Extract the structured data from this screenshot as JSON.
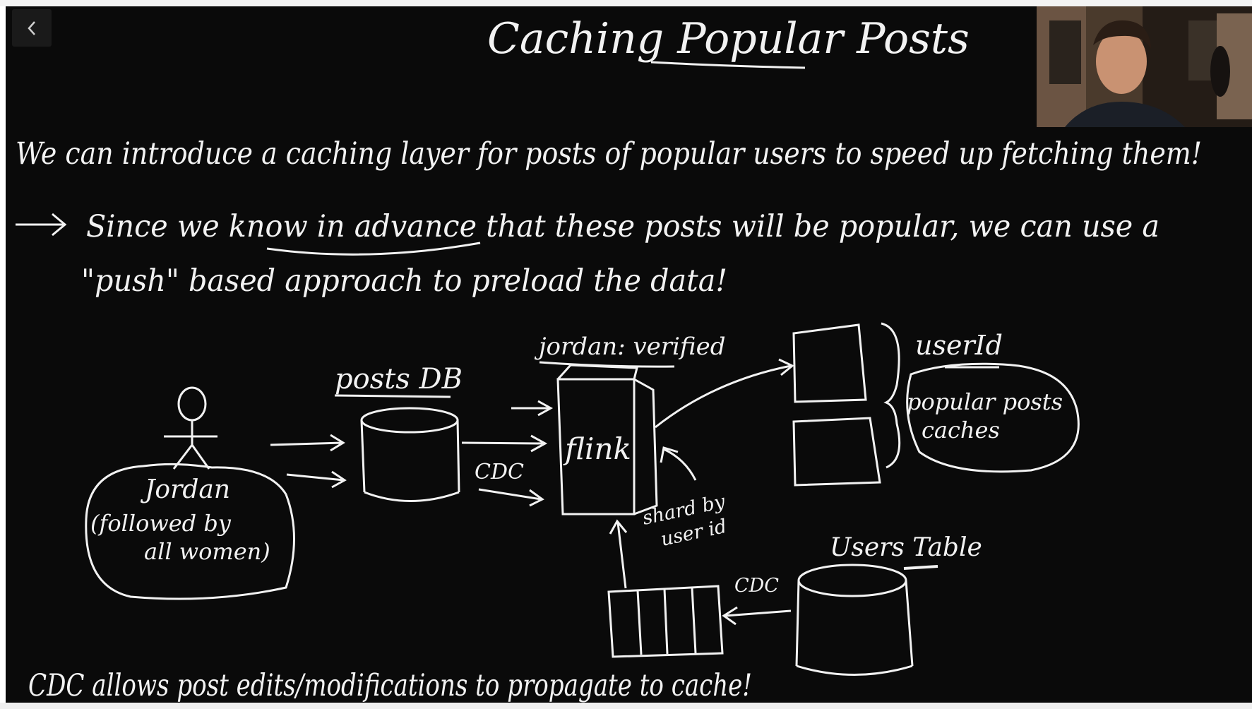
{
  "player": {
    "top_strip_text": "",
    "back_icon": "chevron-left-icon"
  },
  "slide": {
    "title": "Caching Popular Posts",
    "line1": "We can introduce a caching layer for posts of popular users to speed up fetching them!",
    "bullet_part1": "Since we know in advance that these posts will be popular, we can use a",
    "bullet_part2": "\"push\" based approach to preload the data!",
    "footer": "CDC allows post edits/modifications to propagate to cache!"
  },
  "diagram": {
    "user_label": "Jordan",
    "user_sub1": "(followed by",
    "user_sub2": "all women)",
    "posts_db_label": "posts DB",
    "cdc_label_1": "CDC",
    "verified_label": "jordan: verified",
    "flink_label": "flink",
    "shard_label_1": "shard by",
    "shard_label_2": "user id",
    "userid_label": "userId",
    "cache_label_1": "popular posts",
    "cache_label_2": "caches",
    "users_table_label": "Users Table",
    "cdc_label_2": "CDC"
  },
  "colors": {
    "board": "#0a0a0a",
    "chalk": "#f2f2f2"
  }
}
